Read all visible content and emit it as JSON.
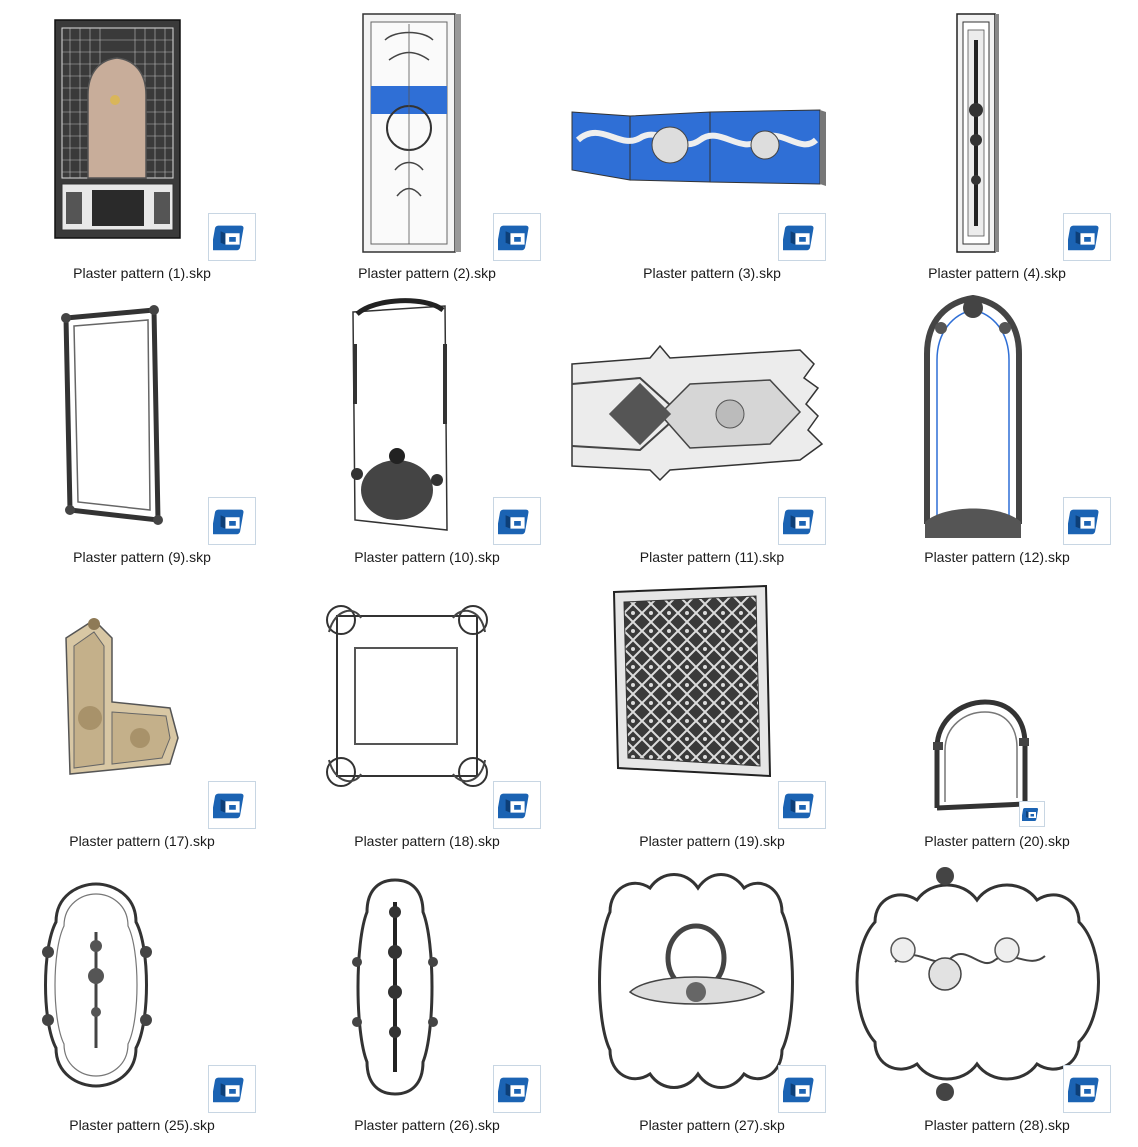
{
  "files": [
    {
      "name": "Plaster pattern (1).skp",
      "icon": "sketchup-icon"
    },
    {
      "name": "Plaster pattern (2).skp",
      "icon": "sketchup-icon"
    },
    {
      "name": "Plaster pattern (3).skp",
      "icon": "sketchup-icon"
    },
    {
      "name": "Plaster pattern (4).skp",
      "icon": "sketchup-icon"
    },
    {
      "name": "Plaster pattern (9).skp",
      "icon": "sketchup-icon"
    },
    {
      "name": "Plaster pattern (10).skp",
      "icon": "sketchup-icon"
    },
    {
      "name": "Plaster pattern (11).skp",
      "icon": "sketchup-icon"
    },
    {
      "name": "Plaster pattern (12).skp",
      "icon": "sketchup-icon"
    },
    {
      "name": "Plaster pattern (17).skp",
      "icon": "sketchup-icon"
    },
    {
      "name": "Plaster pattern (18).skp",
      "icon": "sketchup-icon"
    },
    {
      "name": "Plaster pattern (19).skp",
      "icon": "sketchup-icon"
    },
    {
      "name": "Plaster pattern (20).skp",
      "icon": "sketchup-icon"
    },
    {
      "name": "Plaster pattern (25).skp",
      "icon": "sketchup-icon"
    },
    {
      "name": "Plaster pattern (26).skp",
      "icon": "sketchup-icon"
    },
    {
      "name": "Plaster pattern (27).skp",
      "icon": "sketchup-icon"
    },
    {
      "name": "Plaster pattern (28).skp",
      "icon": "sketchup-icon"
    }
  ],
  "colors": {
    "sketchup_blue": "#1b63b3",
    "sketchup_dark": "#0d3f78",
    "frame_blue": "#2f6fd6",
    "plaster_beige": "#d8c7a4",
    "ink": "#2b2b2b"
  }
}
